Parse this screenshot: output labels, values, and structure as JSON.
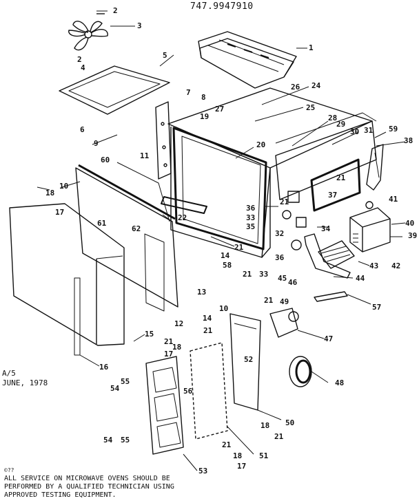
{
  "header": {
    "model_number": "747.9947910"
  },
  "side_note": {
    "code": "A/5",
    "date": "JUNE, 1978"
  },
  "footer": {
    "tag": "©??",
    "lines": [
      "ALL SERVICE ON MICROWAVE OVENS SHOULD BE",
      "PERFORMED BY A QUALIFIED TECHNICIAN USING",
      "APPROVED TESTING EQUIPMENT."
    ]
  },
  "part_labels": [
    {
      "id": "p2a",
      "text": "2"
    },
    {
      "id": "p3",
      "text": "3"
    },
    {
      "id": "p2b",
      "text": "2"
    },
    {
      "id": "p4",
      "text": "4"
    },
    {
      "id": "p5",
      "text": "5"
    },
    {
      "id": "p1",
      "text": "1"
    },
    {
      "id": "p26",
      "text": "26"
    },
    {
      "id": "p24",
      "text": "24"
    },
    {
      "id": "p7",
      "text": "7"
    },
    {
      "id": "p8",
      "text": "8"
    },
    {
      "id": "p27",
      "text": "27"
    },
    {
      "id": "p25",
      "text": "25"
    },
    {
      "id": "p19",
      "text": "19"
    },
    {
      "id": "p28",
      "text": "28"
    },
    {
      "id": "p29",
      "text": "29"
    },
    {
      "id": "p30",
      "text": "30"
    },
    {
      "id": "p31",
      "text": "31"
    },
    {
      "id": "p59",
      "text": "59"
    },
    {
      "id": "p6",
      "text": "6"
    },
    {
      "id": "p38",
      "text": "38"
    },
    {
      "id": "p9",
      "text": "9"
    },
    {
      "id": "p20",
      "text": "20"
    },
    {
      "id": "p11",
      "text": "11"
    },
    {
      "id": "p60",
      "text": "60"
    },
    {
      "id": "p10a",
      "text": "10"
    },
    {
      "id": "p21a",
      "text": "21"
    },
    {
      "id": "p18a",
      "text": "18"
    },
    {
      "id": "p37",
      "text": "37"
    },
    {
      "id": "p41",
      "text": "41"
    },
    {
      "id": "p17a",
      "text": "17"
    },
    {
      "id": "p36a",
      "text": "36"
    },
    {
      "id": "p21b",
      "text": "21"
    },
    {
      "id": "p22",
      "text": "22"
    },
    {
      "id": "p33a",
      "text": "33"
    },
    {
      "id": "p40",
      "text": "40"
    },
    {
      "id": "p61",
      "text": "61"
    },
    {
      "id": "p62",
      "text": "62"
    },
    {
      "id": "p35",
      "text": "35"
    },
    {
      "id": "p34",
      "text": "34"
    },
    {
      "id": "p39",
      "text": "39"
    },
    {
      "id": "p32",
      "text": "32"
    },
    {
      "id": "p21c",
      "text": "21"
    },
    {
      "id": "p36b",
      "text": "36"
    },
    {
      "id": "p14a",
      "text": "14"
    },
    {
      "id": "p58",
      "text": "58"
    },
    {
      "id": "p43",
      "text": "43"
    },
    {
      "id": "p42",
      "text": "42"
    },
    {
      "id": "p21d",
      "text": "21"
    },
    {
      "id": "p33b",
      "text": "33"
    },
    {
      "id": "p45",
      "text": "45"
    },
    {
      "id": "p46",
      "text": "46"
    },
    {
      "id": "p44",
      "text": "44"
    },
    {
      "id": "p13",
      "text": "13"
    },
    {
      "id": "p21e",
      "text": "21"
    },
    {
      "id": "p49",
      "text": "49"
    },
    {
      "id": "p57",
      "text": "57"
    },
    {
      "id": "p10b",
      "text": "10"
    },
    {
      "id": "p14b",
      "text": "14"
    },
    {
      "id": "p12",
      "text": "12"
    },
    {
      "id": "p21f",
      "text": "21"
    },
    {
      "id": "p47",
      "text": "47"
    },
    {
      "id": "p15",
      "text": "15"
    },
    {
      "id": "p21g",
      "text": "21"
    },
    {
      "id": "p18b",
      "text": "18"
    },
    {
      "id": "p52",
      "text": "52"
    },
    {
      "id": "p17b",
      "text": "17"
    },
    {
      "id": "p16",
      "text": "16"
    },
    {
      "id": "p48",
      "text": "48"
    },
    {
      "id": "p55a",
      "text": "55"
    },
    {
      "id": "p54a",
      "text": "54"
    },
    {
      "id": "p56",
      "text": "56"
    },
    {
      "id": "p50",
      "text": "50"
    },
    {
      "id": "p18c",
      "text": "18"
    },
    {
      "id": "p21h",
      "text": "21"
    },
    {
      "id": "p54b",
      "text": "54"
    },
    {
      "id": "p55b",
      "text": "55"
    },
    {
      "id": "p21i",
      "text": "21"
    },
    {
      "id": "p51",
      "text": "51"
    },
    {
      "id": "p18d",
      "text": "18"
    },
    {
      "id": "p17c",
      "text": "17"
    },
    {
      "id": "p53",
      "text": "53"
    }
  ]
}
